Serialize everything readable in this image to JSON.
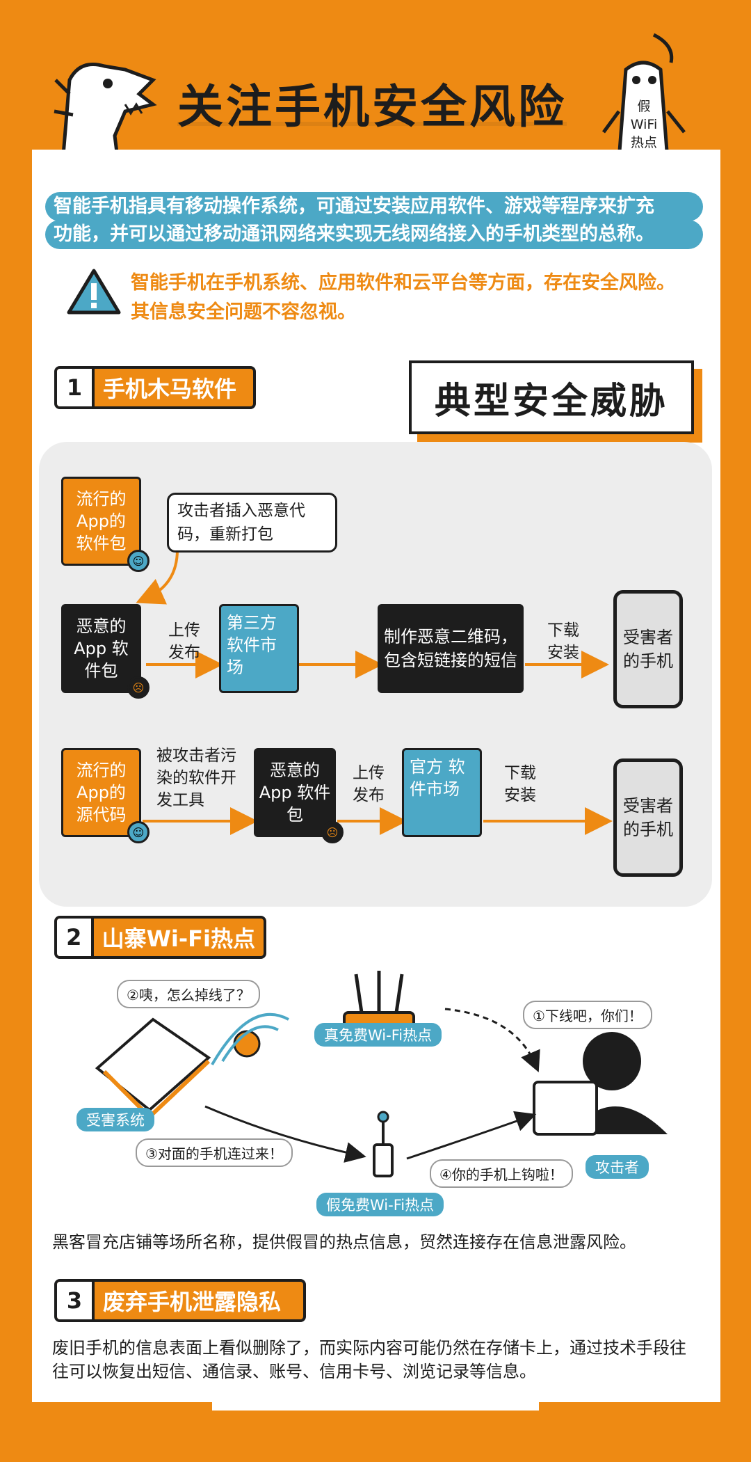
{
  "header": {
    "title": "关注手机安全风险",
    "mascot_sign": [
      "假",
      "WiFi",
      "热点"
    ]
  },
  "intro": {
    "line1": "智能手机指具有移动操作系统，可通过安装应用软件、游戏等程序来扩充",
    "line2": "功能，并可以通过移动通讯网络来实现无线网络接入的手机类型的总称。"
  },
  "warning": {
    "line1": "智能手机在手机系统、应用软件和云平台等方面，存在安全风险。",
    "line2": "其信息安全问题不容忽视。"
  },
  "threat_banner": "典型安全威胁",
  "section1": {
    "num": "1",
    "label": "手机木马软件",
    "row1": {
      "popular_pkg": "流行的 App的 软件包",
      "speech": "攻击者插入恶意代码，重新打包",
      "malicious_pkg": "恶意的 App 软件包",
      "upload": "上传 发布",
      "third_party": "第三方 软件市场",
      "qr": "制作恶意二维码，包含短链接的短信",
      "download": "下载 安装",
      "victim": "受害者 的手机"
    },
    "row2": {
      "popular_src": "流行的 App的 源代码",
      "tool": "被攻击者污染的软件开发工具",
      "malicious_pkg": "恶意的 App 软件包",
      "upload": "上传 发布",
      "official": "官方 软件市场",
      "download": "下载 安装",
      "victim": "受害者 的手机"
    }
  },
  "section2": {
    "num": "2",
    "label": "山寨Wi-Fi热点",
    "bubble_victim": "②咦，怎么掉线了？",
    "real_hotspot": "真免费Wi-Fi热点",
    "bubble_attacker": "①下线吧，你们！",
    "victim_label": "受害系统",
    "step3": "③对面的手机连过来！",
    "step4": "④你的手机上钩啦！",
    "attacker_label": "攻击者",
    "fake_hotspot": "假免费Wi-Fi热点",
    "desc": "黑客冒充店铺等场所名称，提供假冒的热点信息，贸然连接存在信息泄露风险。"
  },
  "section3": {
    "num": "3",
    "label": "废弃手机泄露隐私",
    "desc": "废旧手机的信息表面上看似删除了，而实际内容可能仍然在存储卡上，通过技术手段往往可以恢复出短信、通信录、账号、信用卡号、浏览记录等信息。"
  },
  "colors": {
    "orange": "#EE8A13",
    "blue": "#4CA8C6",
    "dark": "#1D1D1D",
    "panel": "#EDEDED"
  }
}
